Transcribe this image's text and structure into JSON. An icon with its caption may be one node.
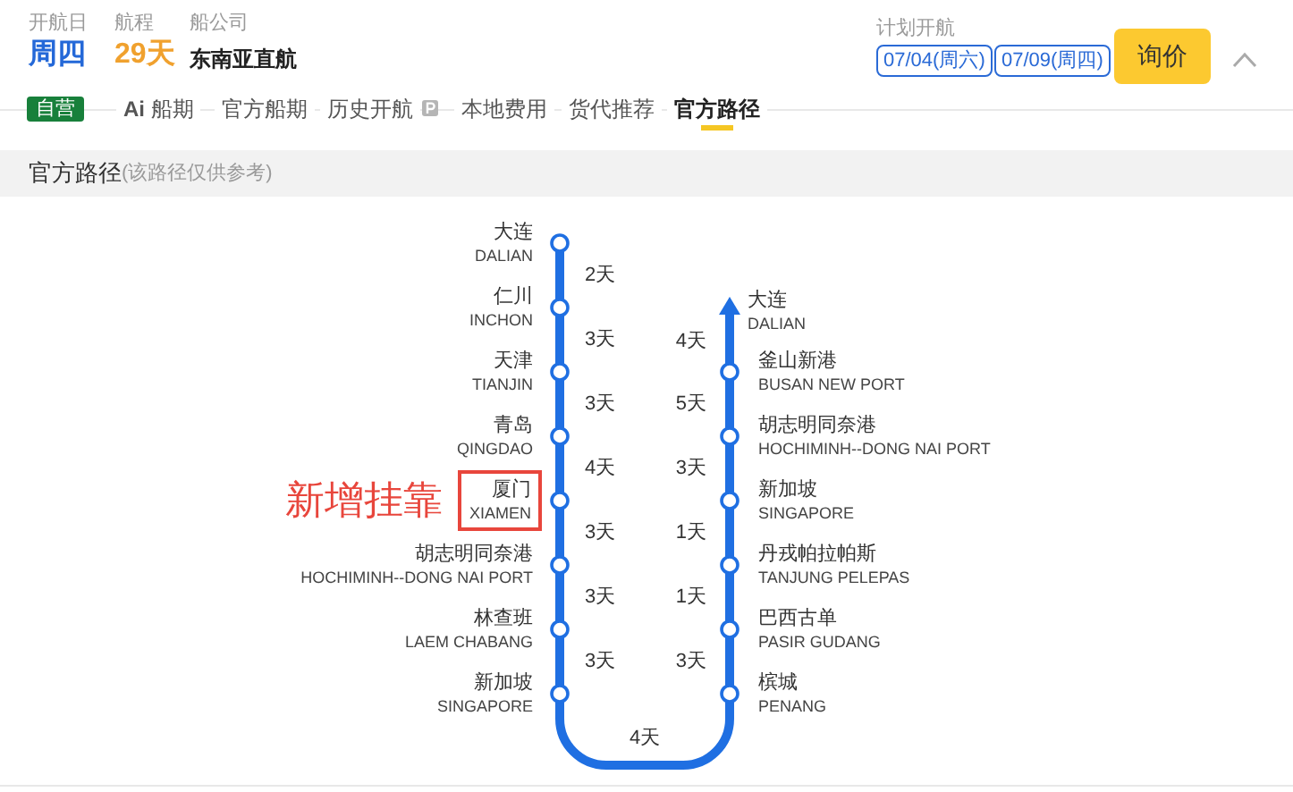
{
  "diagram": {
    "nodes": [
      {
        "text": [
          "大连",
          "DALIAN"
        ]
      },
      {
        "text": [
          "仁川",
          "INCHON"
        ]
      },
      {
        "text": [
          "天津",
          "TIANJIN"
        ]
      },
      {
        "text": [
          "青岛",
          "QINGDAO"
        ]
      },
      {
        "text": [
          "厦门",
          "XIAMEN"
        ],
        "beside": [
          "新增挂靠"
        ]
      },
      {
        "text": [
          "胡志明同奈港",
          "HOCHIMINH--DONG NAI PORT"
        ]
      },
      {
        "text": [
          "林查班",
          "LAEM CHABANG"
        ]
      },
      {
        "text": [
          "新加坡",
          "SINGAPORE"
        ]
      },
      {
        "text": [
          "槟城",
          "PENANG"
        ]
      },
      {
        "text": [
          "巴西古单",
          "PASIR GUDANG"
        ]
      },
      {
        "text": [
          "丹戎帕拉帕斯",
          "TANJUNG PELEPAS"
        ]
      },
      {
        "text": [
          "新加坡",
          "SINGAPORE"
        ]
      },
      {
        "text": [
          "胡志明同奈港",
          "HOCHIMINH--DONG NAI PORT"
        ]
      },
      {
        "text": [
          "釜山新港",
          "BUSAN NEW PORT"
        ]
      },
      {
        "text": [
          "大连",
          "DALIAN"
        ]
      }
    ],
    "edges": [
      {
        "from": 0,
        "to": 1,
        "arrow": "none",
        "label": "2天"
      },
      {
        "from": 1,
        "to": 2,
        "arrow": "none",
        "label": "3天"
      },
      {
        "from": 2,
        "to": 3,
        "arrow": "none",
        "label": "3天"
      },
      {
        "from": 3,
        "to": 4,
        "arrow": "none",
        "label": "4天"
      },
      {
        "from": 4,
        "to": 5,
        "arrow": "none",
        "label": "3天"
      },
      {
        "from": 5,
        "to": 6,
        "arrow": "none",
        "label": "3天"
      },
      {
        "from": 6,
        "to": 7,
        "arrow": "none",
        "label": "3天"
      },
      {
        "from": 7,
        "to": 8,
        "arrow": "none",
        "label": "4天"
      },
      {
        "from": 8,
        "to": 9,
        "arrow": "none",
        "label": "3天"
      },
      {
        "from": 9,
        "to": 10,
        "arrow": "none",
        "label": "1天"
      },
      {
        "from": 10,
        "to": 11,
        "arrow": "none",
        "label": "1天"
      },
      {
        "from": 11,
        "to": 12,
        "arrow": "none",
        "label": "3天"
      },
      {
        "from": 12,
        "to": 13,
        "arrow": "none",
        "label": "5天"
      },
      {
        "from": 13,
        "to": 14,
        "arrow": "to",
        "label": "4天"
      }
    ],
    "labels": [
      "开航日",
      "周四",
      "航程",
      "29天",
      "船公司",
      "东南亚直航",
      "计划开航",
      "07/04(周六)",
      "07/09(周四)",
      "询价",
      "自营",
      "**Ai** 船期",
      "官方船期",
      "历史开航",
      "本地费用",
      "货代推荐",
      "官方路径",
      "官方路径",
      "(该路径仅供参考)"
    ]
  }
}
